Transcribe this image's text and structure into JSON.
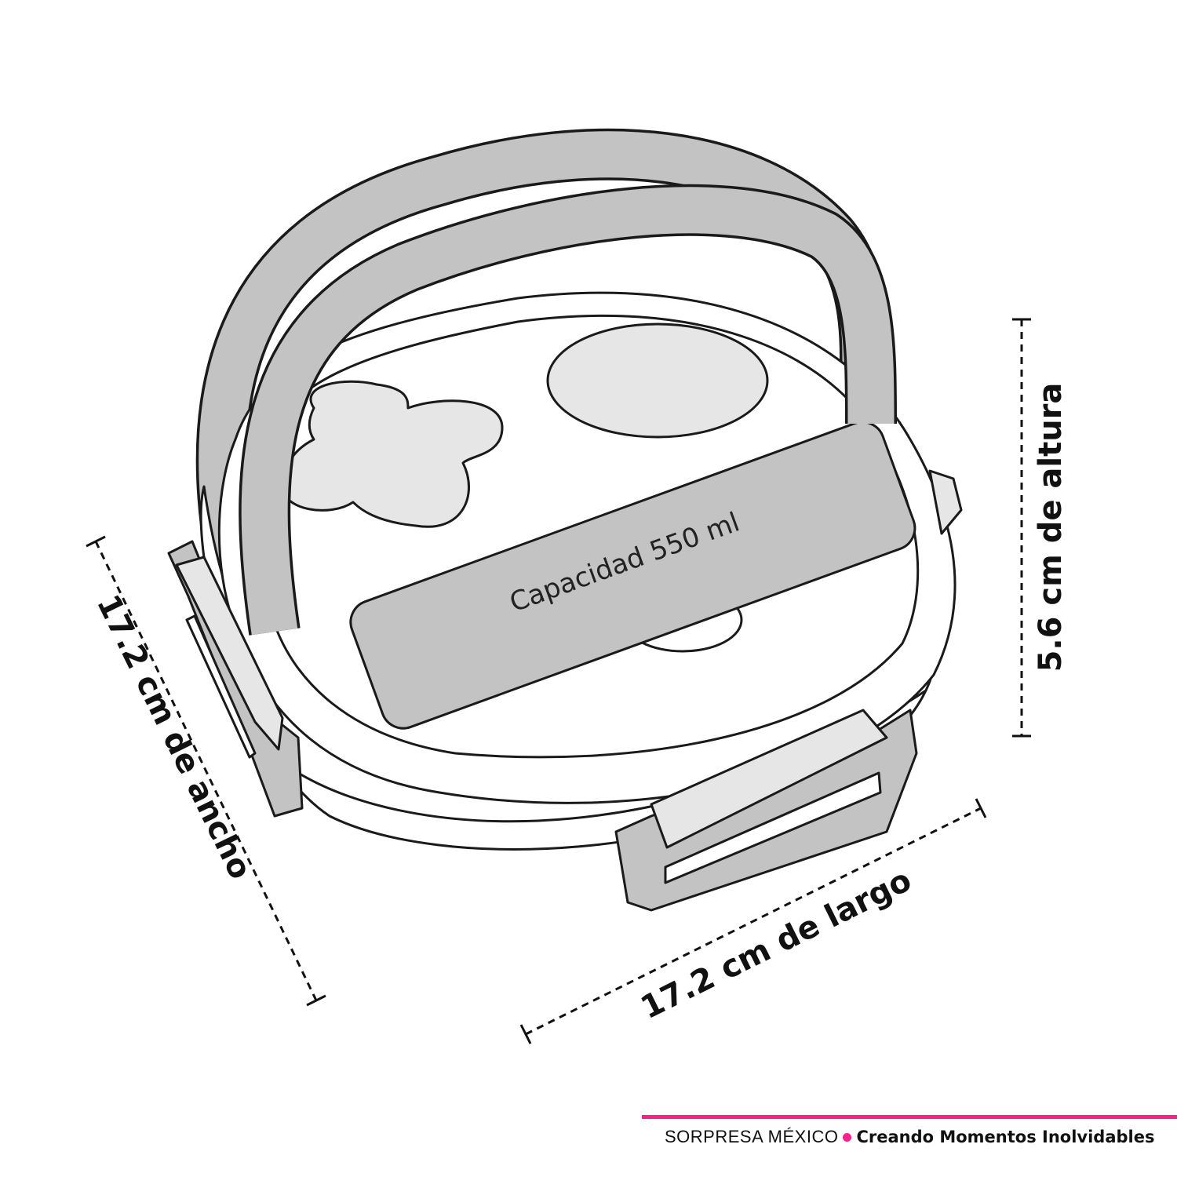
{
  "product": {
    "capacity_label": "Capacidad 550 ml"
  },
  "dimensions": {
    "width_label": "17.2 cm de ancho",
    "length_label": "17.2 cm de largo",
    "height_label": "5.6 cm de altura"
  },
  "footer": {
    "brand": "SORPRESA MÉXICO",
    "slogan": "Creando Momentos Inolvidables",
    "accent_color": "#ff1f8a"
  },
  "colors": {
    "handle": "#c3c3c3",
    "panel": "#e6e6e6",
    "outline": "#1a1a1a"
  }
}
